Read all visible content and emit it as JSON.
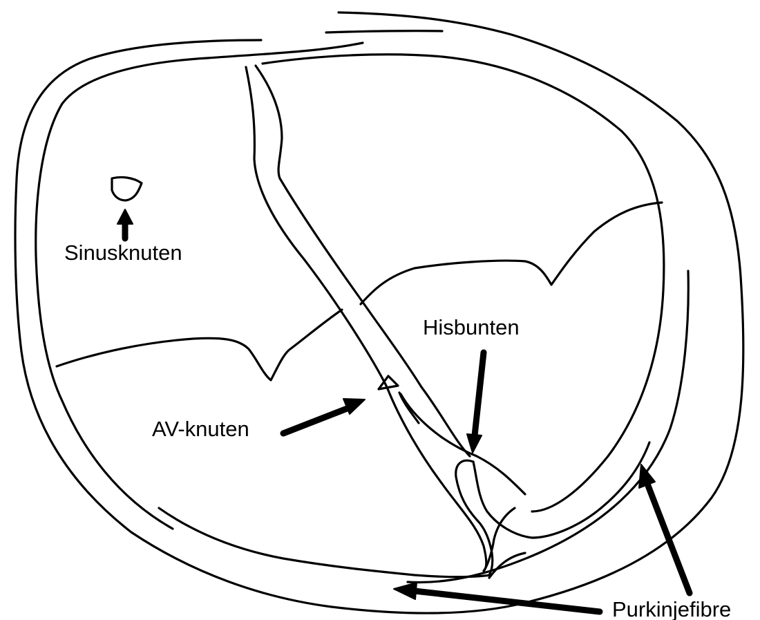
{
  "labels": {
    "sinus": "Sinusknuten",
    "his": "Hisbunten",
    "av": "AV-knuten",
    "purkinje": "Purkinjefibre"
  },
  "colors": {
    "stroke": "#000000",
    "background": "#ffffff"
  }
}
